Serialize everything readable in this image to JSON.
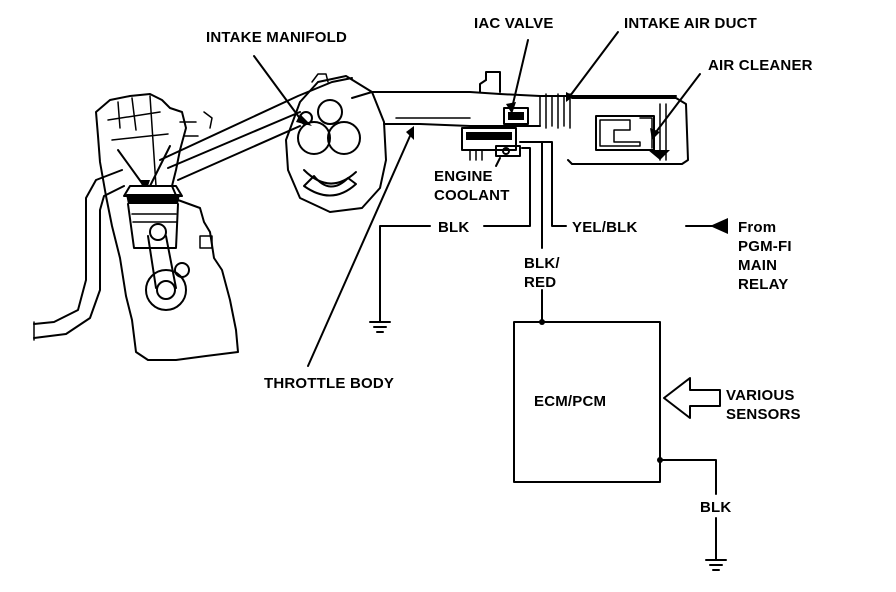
{
  "labels": {
    "intake_manifold": "INTAKE MANIFOLD",
    "iac_valve": "IAC VALVE",
    "intake_air_duct": "INTAKE AIR DUCT",
    "air_cleaner": "AIR CLEANER",
    "engine_coolant_1": "ENGINE",
    "engine_coolant_2": "COOLANT",
    "blk_wire_left": "BLK",
    "yel_blk_wire": "YEL/BLK",
    "from_relay_1": "From",
    "from_relay_2": "PGM-FI",
    "from_relay_3": "MAIN",
    "from_relay_4": "RELAY",
    "blk_red_1": "BLK/",
    "blk_red_2": "RED",
    "throttle_body": "THROTTLE BODY",
    "ecm_pcm": "ECM/PCM",
    "various_sensors_1": "VARIOUS",
    "various_sensors_2": "SENSORS",
    "blk_wire_bottom": "BLK"
  }
}
